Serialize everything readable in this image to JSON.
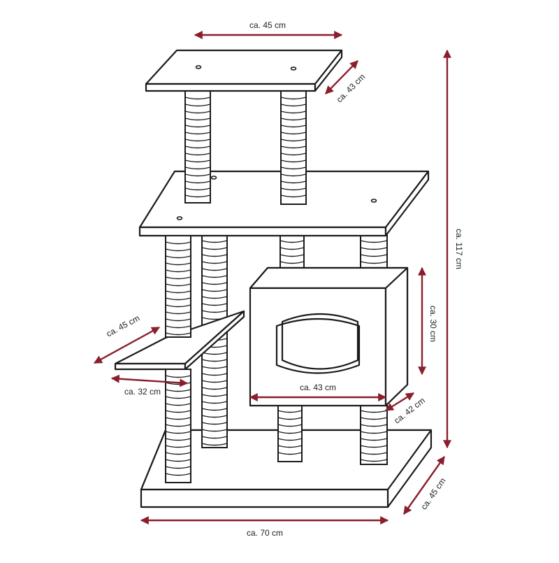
{
  "dimensions": {
    "top_width": "ca. 45 cm",
    "top_depth": "ca. 43 cm",
    "total_height": "ca. 117 cm",
    "side_platform_depth": "ca. 45 cm",
    "cave_height": "ca. 30 cm",
    "side_platform_width": "ca. 32 cm",
    "cave_width": "ca. 43 cm",
    "cave_depth": "ca. 42 cm",
    "base_depth": "ca. 45 cm",
    "base_width": "ca. 70 cm"
  },
  "colors": {
    "dimension_arrow": "#8a1e2c",
    "outline": "#1a1a1a",
    "fill": "#ffffff"
  }
}
